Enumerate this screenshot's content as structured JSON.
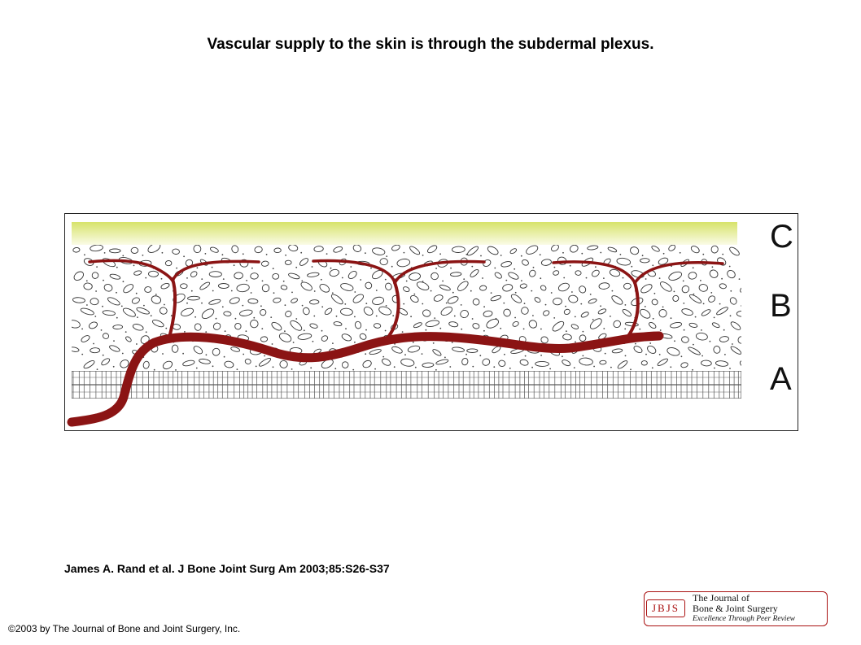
{
  "title": "Vascular supply to the skin is through the subdermal plexus.",
  "diagram": {
    "labels": {
      "c": "C",
      "b": "B",
      "a": "A"
    },
    "colors": {
      "vessel": "#8b1414",
      "epidermis": "#e6ee9a",
      "outline": "#333333"
    }
  },
  "citation": "James A. Rand et al. J Bone Joint Surg Am 2003;85:S26-S37",
  "copyright": "©2003 by The Journal of Bone and Joint Surgery, Inc.",
  "logo": {
    "mark": "JBJS",
    "line1": "The Journal of",
    "line2": "Bone & Joint Surgery",
    "tagline": "Excellence Through Peer Review"
  }
}
